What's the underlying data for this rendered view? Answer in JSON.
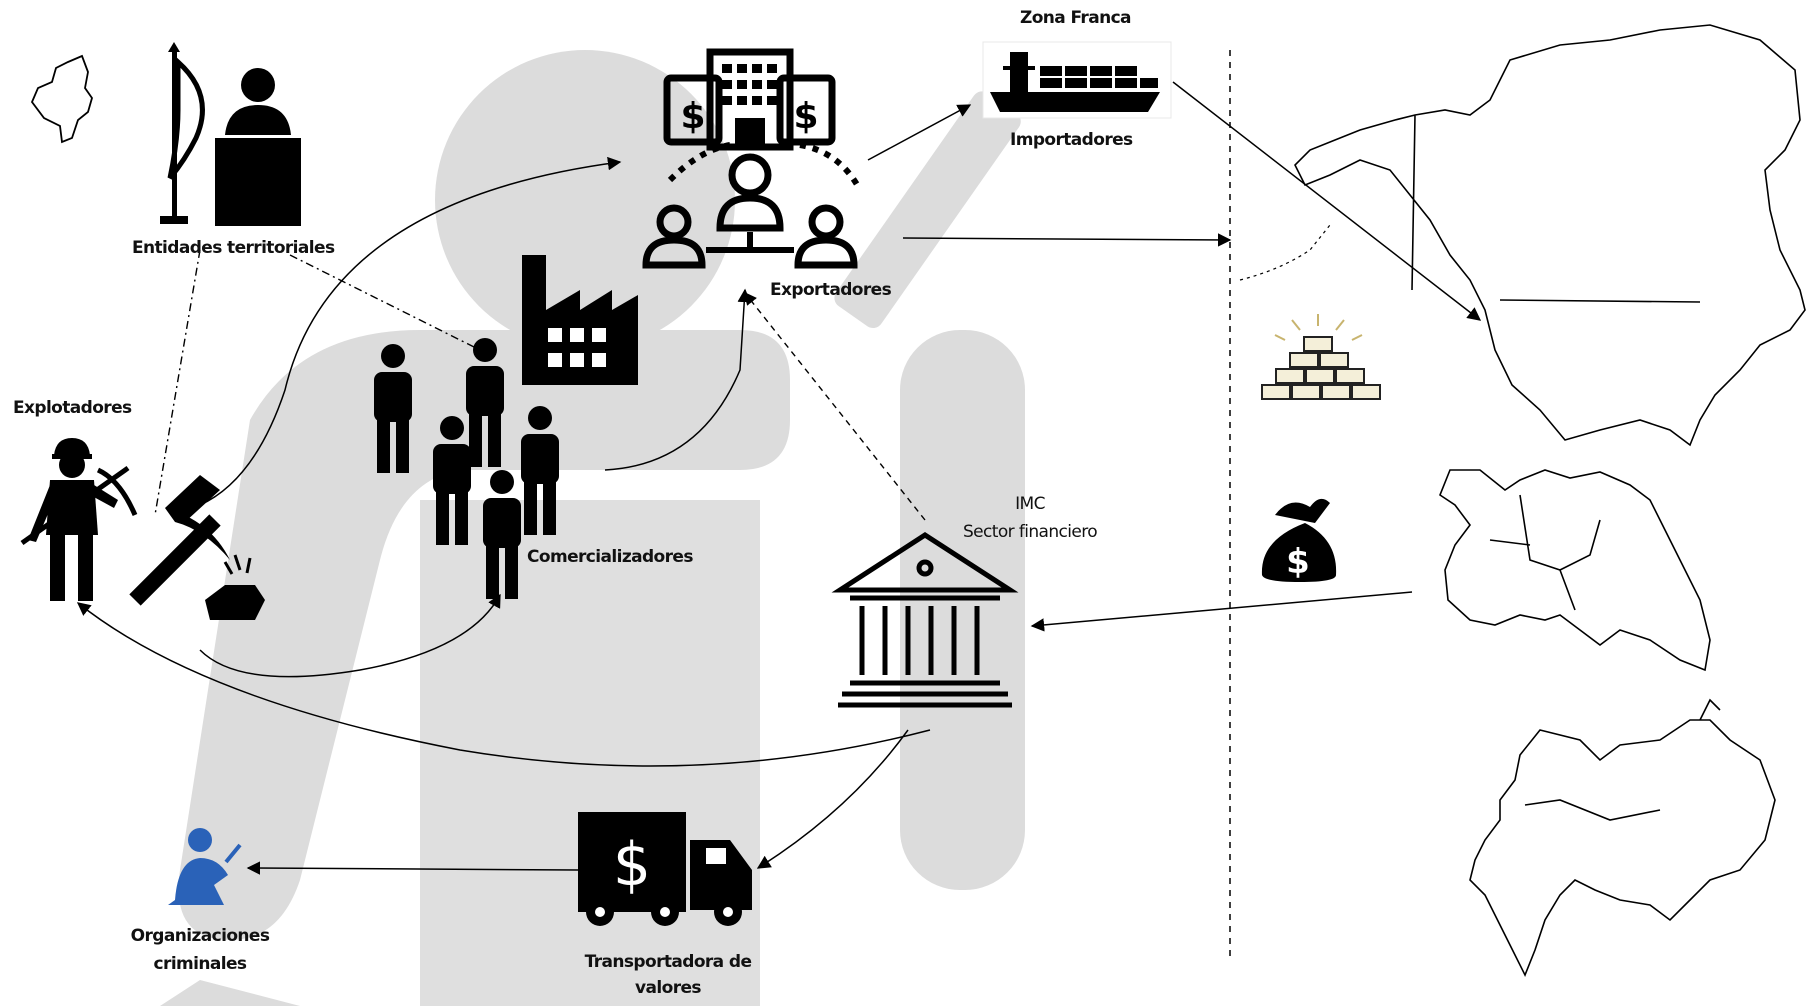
{
  "labels": {
    "entidades": "Entidades territoriales",
    "explotadores": "Explotadores",
    "exportadores": "Exportadores",
    "comercializadores": "Comercializadores",
    "zona_franca": "Zona Franca",
    "importadores": "Importadores",
    "imc": "IMC",
    "sector_financiero": "Sector financiero",
    "organizaciones_1": "Organizaciones",
    "organizaciones_2": "criminales",
    "transportadora_1": "Transportadora de",
    "transportadora_2": "valores"
  },
  "icons": {
    "colombia_map": "colombia-map-icon",
    "government": "government-official-icon",
    "exporters": "exporters-network-icon",
    "factory": "factory-icon",
    "traders": "group-of-people-icon",
    "miner": "miner-icon",
    "pickaxe": "pickaxe-gold-icon",
    "ship": "cargo-ship-icon",
    "bank": "bank-icon",
    "truck": "money-truck-icon",
    "criminal": "criminal-icon",
    "gold": "gold-bars-icon",
    "money_bag": "money-bag-icon",
    "north_america": "north-america-map-icon",
    "europe": "europe-map-icon",
    "asia": "china-india-map-icon"
  },
  "colors": {
    "ink": "#000000",
    "watermark": "#dcdcdc",
    "criminal": "#2a62b8",
    "gold": "#c8b46e"
  }
}
